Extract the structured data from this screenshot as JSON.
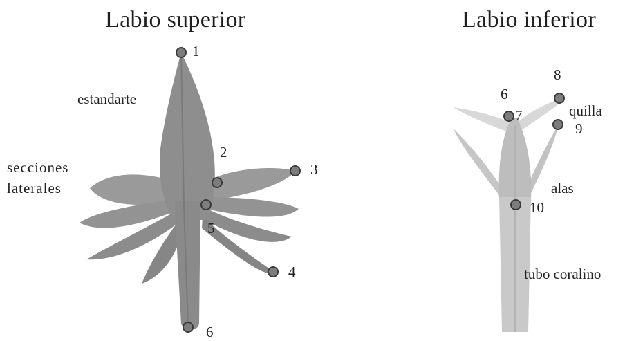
{
  "titles": {
    "upper": "Labio superior",
    "lower": "Labio inferior"
  },
  "labels": {
    "estandarte": "estandarte",
    "secciones_1": "secciones",
    "secciones_2": "laterales",
    "quilla": "quilla",
    "alas": "alas",
    "tubo": "tubo coralino"
  },
  "landmarks": [
    "1",
    "2",
    "3",
    "4",
    "5",
    "6",
    "6",
    "7",
    "8",
    "9",
    "10"
  ],
  "colors": {
    "petal_dark": "#8a8a8a",
    "petal_light": "#c6c6c6",
    "marker_fill": "#7d7d7d",
    "marker_stroke": "#3a3a3a"
  }
}
